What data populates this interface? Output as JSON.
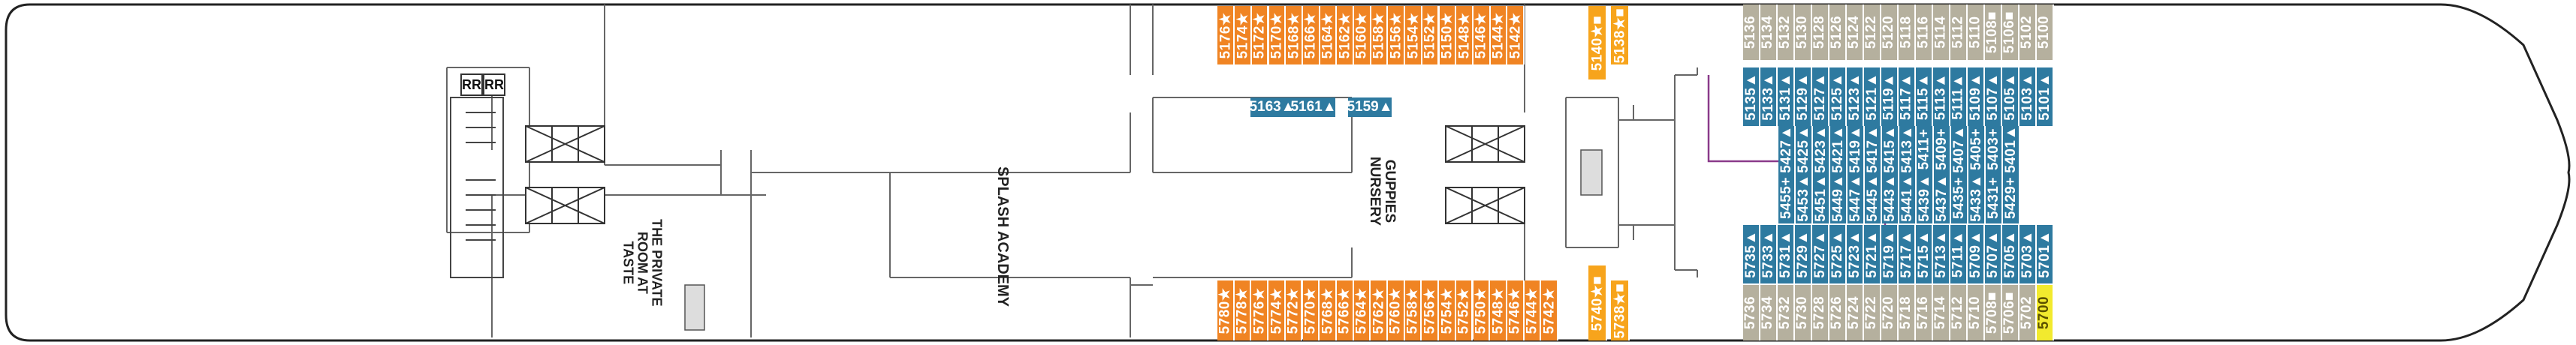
{
  "colors": {
    "orange": "#f08423",
    "blue": "#2e7aa0",
    "gray": "#b5b09e",
    "yellow": "#f2ea2e",
    "gold": "#f7a41c",
    "outline": "#222222",
    "wall": "#666666"
  },
  "labels": {
    "private_room": "THE PRIVATE ROOM AT TASTE",
    "splash": "SPLASH ACADEMY",
    "guppies": "GUPPIES NURSERY",
    "rr": "RR"
  },
  "top_orange": [
    "5142★",
    "5144★",
    "5146★",
    "5148★",
    "5150★",
    "5152★",
    "5154★",
    "5156★",
    "5158★",
    "5160★",
    "5162★",
    "5164★",
    "5166★",
    "5168★",
    "5170★",
    "5172★",
    "5174★",
    "5176★"
  ],
  "bottom_orange": [
    "5742★",
    "5744★",
    "5746★",
    "5748★",
    "5750★",
    "5752★",
    "5754★",
    "5756★",
    "5758★",
    "5760★",
    "5762★",
    "5764★",
    "5766★",
    "5768★",
    "5770★",
    "5772★",
    "5774★",
    "5776★",
    "5778★",
    "5780★"
  ],
  "mid_horizontal": [
    "5163▲",
    "5161▲",
    "5159▲"
  ],
  "gold_cabins": {
    "top_a": "5140★■",
    "top_b": "5138★■",
    "bottom_a": "5740★■",
    "bottom_b": "5738★■"
  },
  "top_gray": [
    "5100",
    "5102",
    "5106■",
    "5108■",
    "5110",
    "5112",
    "5114",
    "5116",
    "5118",
    "5120",
    "5122",
    "5124",
    "5126",
    "5128",
    "5130",
    "5132",
    "5134",
    "5136"
  ],
  "bottom_gray": [
    "5700",
    "5702",
    "5706■",
    "5708■",
    "5710",
    "5712",
    "5714",
    "5716",
    "5718",
    "5720",
    "5722",
    "5724",
    "5726",
    "5728",
    "5730",
    "5732",
    "5734",
    "5736"
  ],
  "blue_row1": [
    "5101▲",
    "5103▲",
    "5105▲",
    "5107▲",
    "5109▲",
    "5111▲",
    "5113▲",
    "5115▲",
    "5117▲",
    "5119▲",
    "5121▲",
    "5123▲",
    "5125▲",
    "5127▲",
    "5129▲",
    "5131▲",
    "5133▲",
    "5135▲"
  ],
  "blue_row2": [
    "5401▲",
    "5403+",
    "5405+",
    "5407▲",
    "5409+",
    "5411+",
    "5413▲",
    "5415▲",
    "5417▲",
    "5419▲",
    "5421▲",
    "5423▲",
    "5425▲",
    "5427▲",
    "5429+",
    "5431+",
    "5433▲",
    "5435+",
    "5437▲",
    "5439▲",
    "5441▲",
    "5443▲",
    "5445▲",
    "5447▲",
    "5449▲",
    "5451▲",
    "5453▲",
    "5455+"
  ],
  "blue_row4": [
    "5701▲",
    "5703▲",
    "5705▲",
    "5707▲",
    "5709▲",
    "5711▲",
    "5713▲",
    "5715▲",
    "5717▲",
    "5719▲",
    "5721▲",
    "5723▲",
    "5725▲",
    "5727▲",
    "5729▲",
    "5731▲",
    "5733▲",
    "5735▲"
  ]
}
